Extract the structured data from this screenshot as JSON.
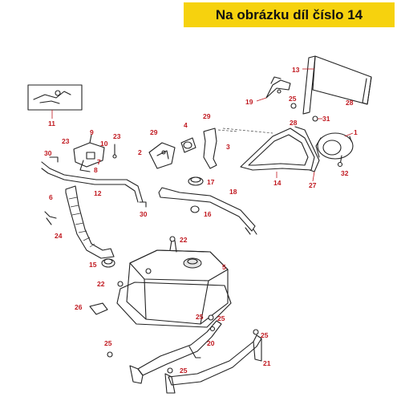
{
  "banner": {
    "text": "Na obrázku díl číslo 14"
  },
  "callouts": [
    "1",
    "2",
    "3",
    "4",
    "5",
    "6",
    "7",
    "8",
    "9",
    "10",
    "11",
    "12",
    "13",
    "14",
    "15",
    "16",
    "17",
    "18",
    "19",
    "20",
    "21",
    "22",
    "22",
    "23",
    "23",
    "24",
    "25",
    "25",
    "25",
    "25",
    "25",
    "25",
    "26",
    "27",
    "28",
    "28",
    "29",
    "29",
    "30",
    "30",
    "31",
    "32"
  ],
  "colors": {
    "banner_bg": "#f6d20e",
    "callout_text": "#c0181f",
    "line_art": "#222222"
  }
}
